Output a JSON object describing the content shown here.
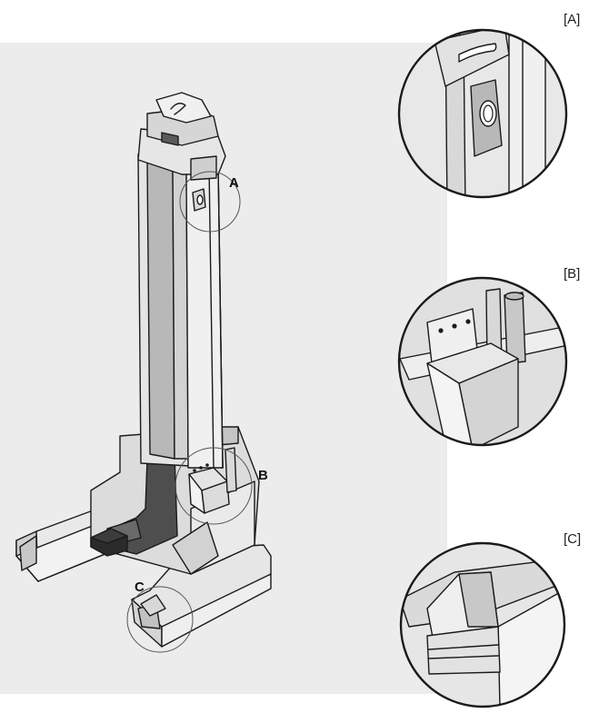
{
  "callouts": {
    "a": {
      "letter": "A",
      "tag": "[A]"
    },
    "b": {
      "letter": "B",
      "tag": "[B]"
    },
    "c": {
      "letter": "C",
      "tag": "[C]"
    }
  },
  "colors": {
    "panel_bg": "#ececec",
    "body_light": "#e8e8e8",
    "body_mid": "#d6d6d6",
    "body_dark": "#b9b9b9",
    "accent_dark": "#4e4e4e",
    "outline": "#1a1a1a"
  }
}
